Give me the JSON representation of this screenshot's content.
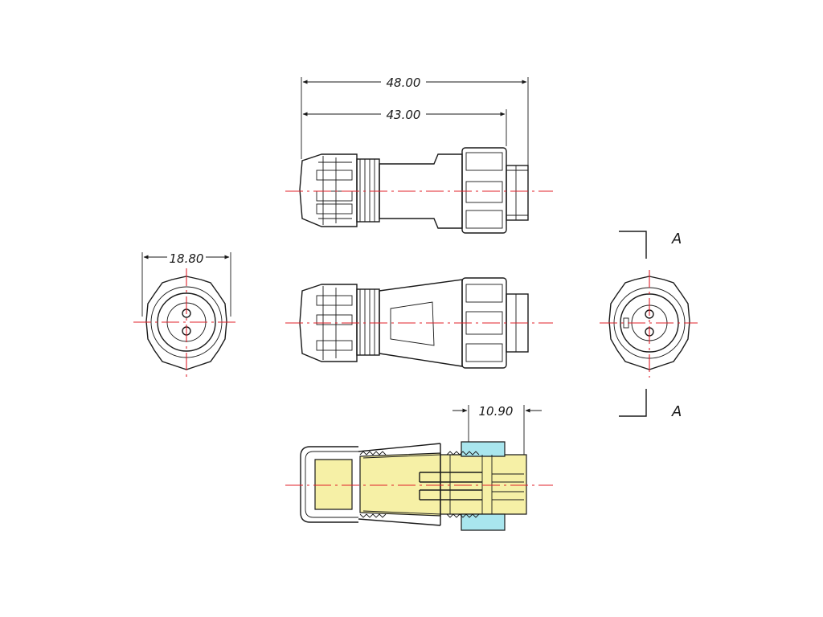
{
  "colors": {
    "outline": "#1a1a1a",
    "centerline": "#e0202a",
    "section_yellow": "#f6f0a6",
    "section_cyan": "#a9e6ee"
  },
  "dimensions": {
    "overall_length": "48.00",
    "body_length": "43.00",
    "diameter": "18.80",
    "pin_length": "10.90"
  },
  "section_marks": {
    "top_label": "A",
    "bottom_label": "A"
  }
}
